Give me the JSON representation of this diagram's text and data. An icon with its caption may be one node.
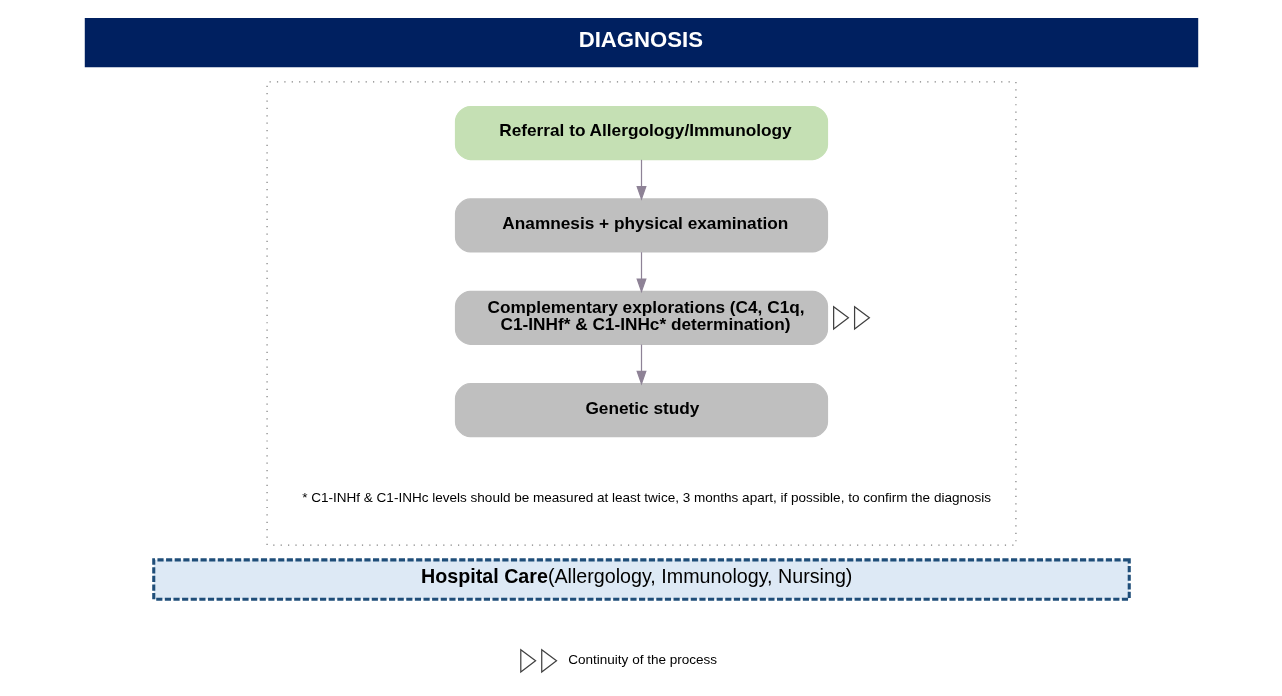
{
  "diagram": {
    "title": "DIAGNOSIS",
    "nodes": [
      {
        "text": [],
        "shape": "box"
      },
      {
        "text": [
          "Referral to Allergology/Immunology"
        ],
        "in": 0
      },
      {
        "text": [
          "Anamnesis + physical examination"
        ],
        "in": 0
      },
      {
        "text": [
          "Complementary explorations (C4, C1q, C1-INHf* & C1-INHc* determination)"
        ],
        "in": 0
      },
      {
        "text": [
          "Genetic study"
        ],
        "in": 0
      },
      {
        "text": [
          "Hospital Care",
          "(Allergology, Immunology, Nursing)"
        ]
      }
    ],
    "edges": [
      {
        "from": 1,
        "to": 2,
        "arrow": "to"
      },
      {
        "from": 2,
        "to": 3,
        "arrow": "to"
      },
      {
        "from": 3,
        "to": 4,
        "arrow": "to"
      }
    ],
    "labels": [
      "* C1-INHf & C1-INHc levels should be measured at least twice, 3 months apart, if possible, to confirm the diagnosis"
    ],
    "legend": [
      {
        "text": "Continuity of the process"
      }
    ]
  }
}
